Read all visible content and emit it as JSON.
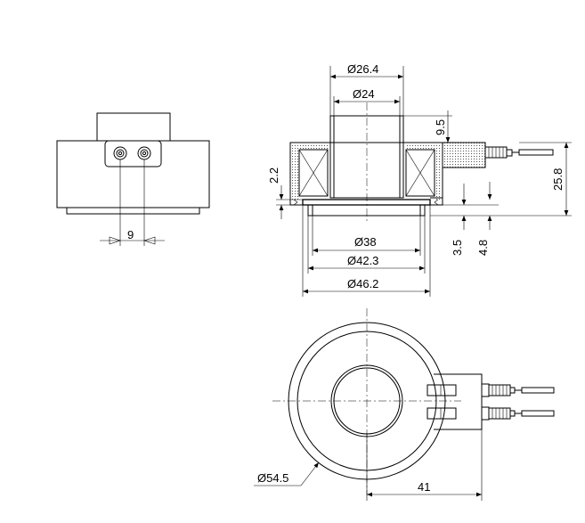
{
  "dimensions": {
    "bore_outer": "Ø26.4",
    "bore_inner": "Ø24",
    "tube_height": "9.5",
    "total_height": "25.8",
    "base_step": "2.2",
    "flange_a": "3.5",
    "flange_b": "4.8",
    "dia_38": "Ø38",
    "dia_42": "Ø42.3",
    "dia_46": "Ø46.2",
    "terminal_pitch": "9",
    "body_diameter": "Ø54.5",
    "connector_reach": "41"
  }
}
